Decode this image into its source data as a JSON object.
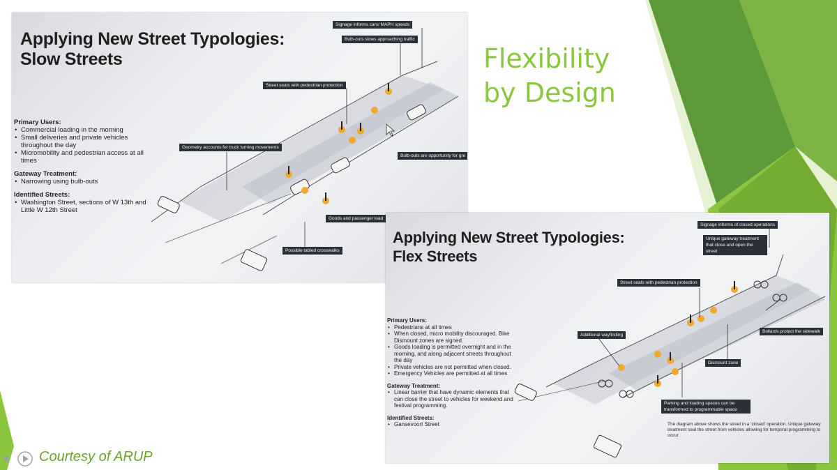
{
  "slide": {
    "title_line1": "Flexibility",
    "title_line2": "by Design",
    "courtesy": "Courtesy of ARUP",
    "accent": "#8cc63f"
  },
  "slow": {
    "title_line1": "Applying New Street Typologies:",
    "title_line2": "Slow Streets",
    "primary_users_heading": "Primary Users:",
    "primary_users": [
      "Commercial loading in the morning",
      "Small deliveries and private vehicles throughout the day",
      "Micromobility and pedestrian access at all times"
    ],
    "gateway_heading": "Gateway Treatment:",
    "gateway": [
      "Narrowing using bulb-outs"
    ],
    "identified_heading": "Identified Streets:",
    "identified": [
      "Washington Street, sections of W 13th and Little W 12th Street"
    ],
    "callouts": {
      "signage": "Signage informs cars/ MAPH speeds",
      "bulb_slows": "Bulb-outs slows approaching traffic",
      "street_seats": "Street seats with pedestrian protection",
      "geometry": "Geometry accounts for truck turning movements",
      "bulb_opportunity": "Bulb-outs are opportunity for gre",
      "goods": "Goods and passenger load",
      "crosswalks": "Possible tabled crosswalks"
    }
  },
  "flex": {
    "title_line1": "Applying New Street Typologies:",
    "title_line2": "Flex Streets",
    "primary_users_heading": "Primary Users:",
    "primary_users": [
      "Pedestrians at all times",
      "When closed, micro mobility discouraged. Bike Dismount zones are signed.",
      "Goods loading is permitted overnight and in the morning, and along adjacent streets throughout the day",
      "Private vehicles are not permitted when closed.",
      "Emergency Vehicles are permitted at all times"
    ],
    "gateway_heading": "Gateway Treatment:",
    "gateway": [
      "Linear barrier that have dynamic elements that can close the street to vehicles for weekend and festival programming."
    ],
    "identified_heading": "Identified Streets:",
    "identified": [
      "Gansevoort Street"
    ],
    "callouts": {
      "signage": "Signage informs of closed operations",
      "gateway": "Unique gateway treatment that close and open the street",
      "street_seats": "Street seats with pedestrian protection",
      "bollards": "Bollards protect the sidewalk",
      "wayfinding": "Additional wayfinding",
      "dismount": "Dismount zone",
      "parking": "Parking and loading spaces can be transformed to programmable space"
    },
    "caption": "The diagram above shows the street in a 'closed' operation. Unique gateway treatment seal the street from vehicles allowing for temporal programming to occur."
  }
}
